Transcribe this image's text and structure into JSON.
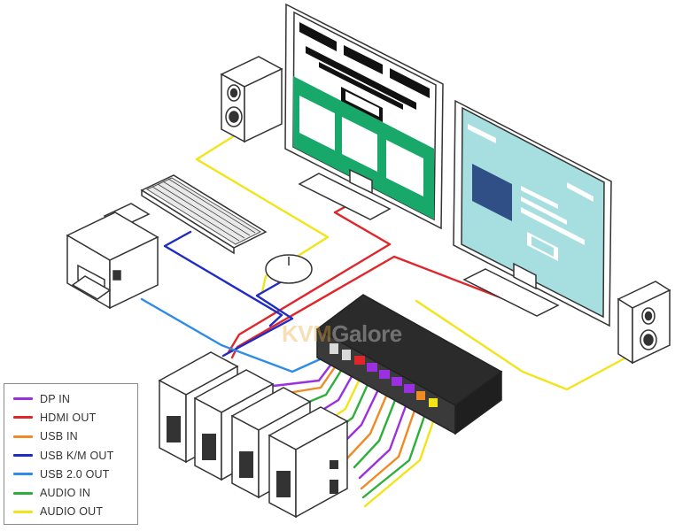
{
  "watermark": {
    "part1": "KVM",
    "part2": "Galore"
  },
  "legend": [
    {
      "label": "DP IN",
      "color": "#9b30e0"
    },
    {
      "label": "HDMI OUT",
      "color": "#e0262b"
    },
    {
      "label": "USB IN",
      "color": "#f08a24"
    },
    {
      "label": "USB K/M OUT",
      "color": "#1f2bc4"
    },
    {
      "label": "USB 2.0 OUT",
      "color": "#2f8be8"
    },
    {
      "label": "AUDIO IN",
      "color": "#2fae3c"
    },
    {
      "label": "AUDIO OUT",
      "color": "#f2e418"
    }
  ],
  "colors": {
    "monitor_left_screen": "#17a86a",
    "monitor_right_screen": "#a7dfe0",
    "kvm_body": "#2b2b2b",
    "outline": "#333333"
  }
}
